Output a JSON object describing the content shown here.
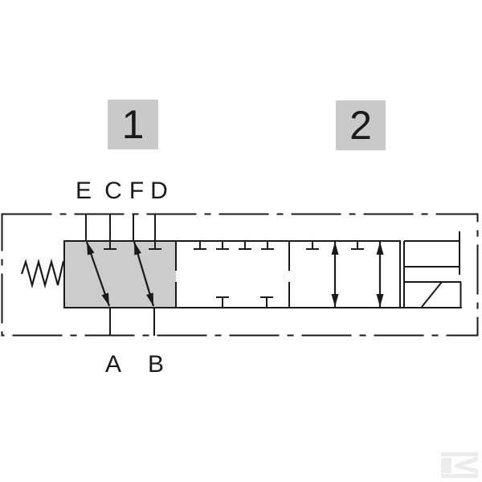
{
  "figure": {
    "position_labels": {
      "first": "1",
      "second": "2"
    },
    "top_ports": [
      "E",
      "C",
      "F",
      "D"
    ],
    "bottom_ports": [
      "A",
      "B"
    ],
    "colors": {
      "line": "#1a1a1a",
      "position_1_fill": "#cccccc",
      "label_box_fill": "#c9c9c9",
      "watermark": "#ececec",
      "background": "#ffffff"
    }
  }
}
